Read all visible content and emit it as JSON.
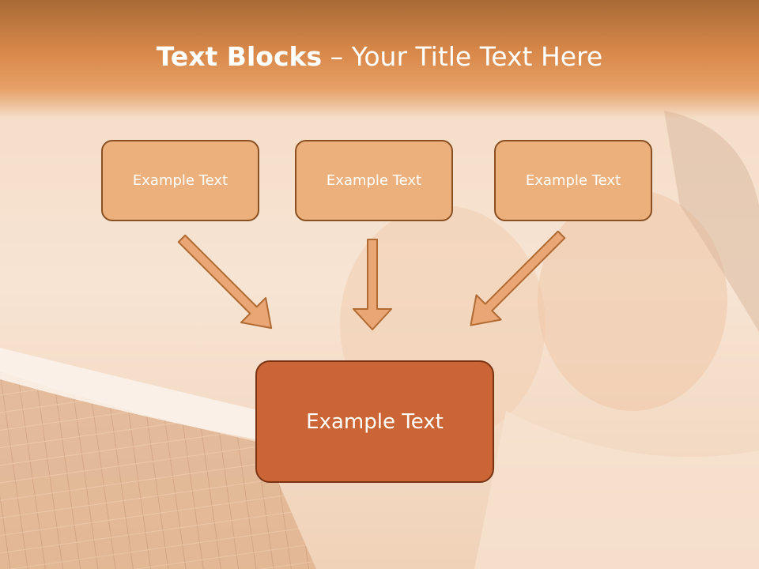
{
  "title": {
    "bold": "Text Blocks",
    "separator": " – ",
    "rest": "Your Title Text Here"
  },
  "blocks": [
    {
      "label": "Example Text"
    },
    {
      "label": "Example Text"
    },
    {
      "label": "Example Text"
    }
  ],
  "target": {
    "label": "Example Text"
  },
  "colors": {
    "header": "#d9894a",
    "block_fill": "#ecb07c",
    "target_fill": "#cb6535",
    "arrow_fill": "#eaa775",
    "arrow_stroke": "#b06a32"
  }
}
